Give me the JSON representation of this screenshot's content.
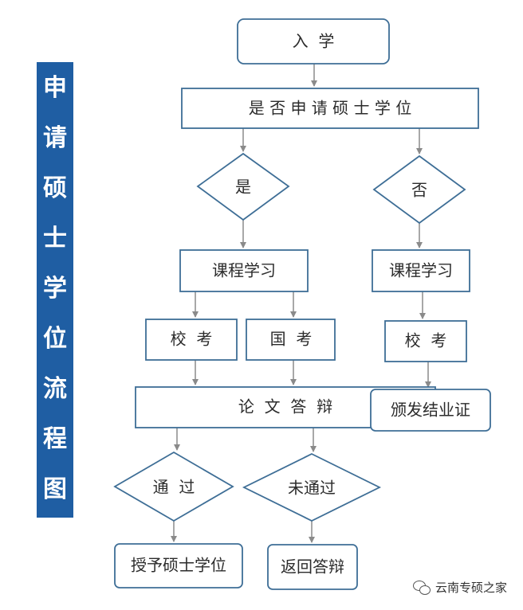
{
  "sidebar": {
    "chars": [
      "申",
      "请",
      "硕",
      "士",
      "学",
      "位",
      "流",
      "程",
      "图"
    ]
  },
  "nodes": {
    "enroll": "入  学",
    "apply_question": "是 否 申 请 硕 士 学 位",
    "yes": "是",
    "no": "否",
    "course_left": "课程学习",
    "course_right": "课程学习",
    "school_exam_left": "校  考",
    "national_exam": "国  考",
    "school_exam_right": "校  考",
    "defense": "论  文  答  辩",
    "completion_cert": "颁发结业证",
    "pass": "通  过",
    "fail": "未通过",
    "grant_degree": "授予硕士学位",
    "redefense": "返回答辩"
  },
  "footer": {
    "text": "云南专硕之家"
  },
  "colors": {
    "sidebar_bg": "#1f5ea3",
    "border": "#3e6e96",
    "arrow": "#8a8a8a"
  }
}
